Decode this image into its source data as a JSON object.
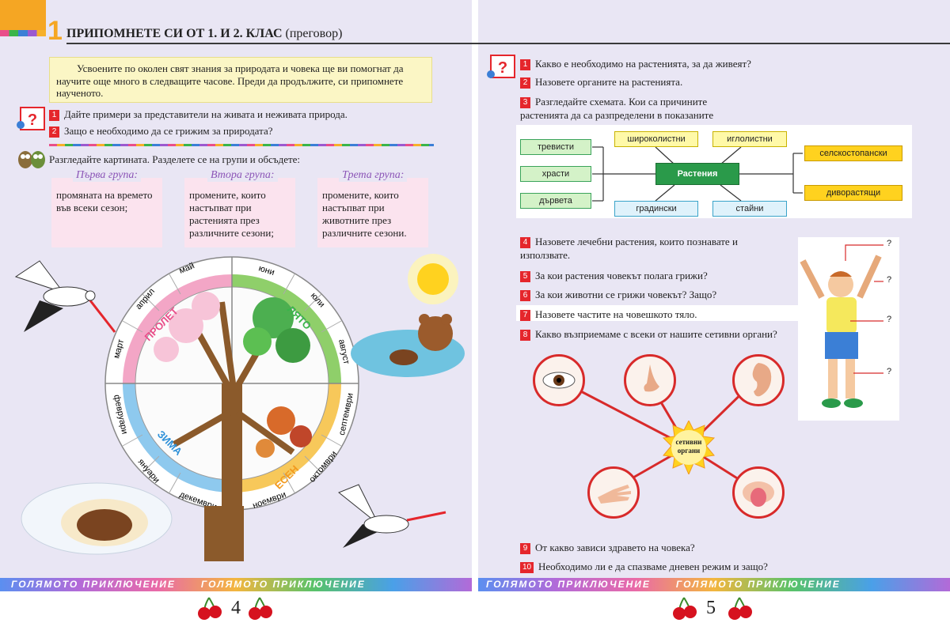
{
  "chapter": {
    "number": "1",
    "title": "ПРИПОМНЕТЕ СИ ОТ 1. И 2. КЛАС",
    "subtitle": "(преговор)"
  },
  "intro": "Усвоените по околен свят знания за природата и човека ще ви помогнат да научите още много в следващите часове. Преди да продължите, си припомнете наученото.",
  "left_questions": [
    {
      "n": "1",
      "text": "Дайте примери за представители на живата и неживата природа."
    },
    {
      "n": "2",
      "text": "Защо е необходимо да се грижим за природата?"
    }
  ],
  "task": "Разгледайте картината. Разделете се на групи и обсъдете:",
  "groups": [
    {
      "title": "Първа група:",
      "text": "промяната на времето във всеки сезон;"
    },
    {
      "title": "Втора група:",
      "text": "промените, които настъпват при растенията през различните сезони;"
    },
    {
      "title": "Трета група:",
      "text": "промените, които настъпват при животните през различните сезони."
    }
  ],
  "wheel": {
    "seasons": [
      "ПРОЛЕТ",
      "ЛЯТО",
      "ЕСЕН",
      "ЗИМА"
    ],
    "months": [
      "май",
      "април",
      "март",
      "юни",
      "юли",
      "август",
      "септември",
      "октомври",
      "ноември",
      "декември",
      "януари",
      "февруари"
    ]
  },
  "right_questions": [
    {
      "n": "1",
      "text": "Какво е необходимо на растенията, за да живеят?"
    },
    {
      "n": "2",
      "text": "Назовете органите на растенията."
    },
    {
      "n": "3",
      "text": "Разгледайте схемата. Кои са причините растенията да са разпределени в показаните групи?"
    },
    {
      "n": "4",
      "text": "Назовете лечебни растения, които познавате и използвате."
    },
    {
      "n": "5",
      "text": "За кои растения човекът полага грижи?"
    },
    {
      "n": "6",
      "text": "За кои животни се грижи човекът? Защо?"
    },
    {
      "n": "7",
      "text": "Назовете частите на човешкото тяло."
    },
    {
      "n": "8",
      "text": "Какво възприемаме с всеки от нашите сетивни органи?"
    },
    {
      "n": "9",
      "text": "От какво зависи здравето на човека?"
    },
    {
      "n": "10",
      "text": "Необходимо ли е да спазваме дневен режим и защо?"
    }
  ],
  "scheme": {
    "center": "Растения",
    "left": [
      "тревисти",
      "храсти",
      "дървета"
    ],
    "top": [
      "широколистни",
      "иглолистни"
    ],
    "bottom": [
      "градински",
      "стайни"
    ],
    "right": [
      "селскостопански",
      "диворастящи"
    ]
  },
  "body_marks": [
    "?",
    "?",
    "?",
    "?"
  ],
  "senses_center": [
    "сетивни",
    "органи"
  ],
  "footer_text": "ГОЛЯМОТО ПРИКЛЮЧЕНИЕ",
  "page_left": "4",
  "page_right": "5",
  "colors": {
    "accent": "#e5262c",
    "chapter_num": "#f5a623",
    "page_bg": "#e9e6f4",
    "scheme_green": "#2a9a4a",
    "sun": "#ffd21f"
  }
}
